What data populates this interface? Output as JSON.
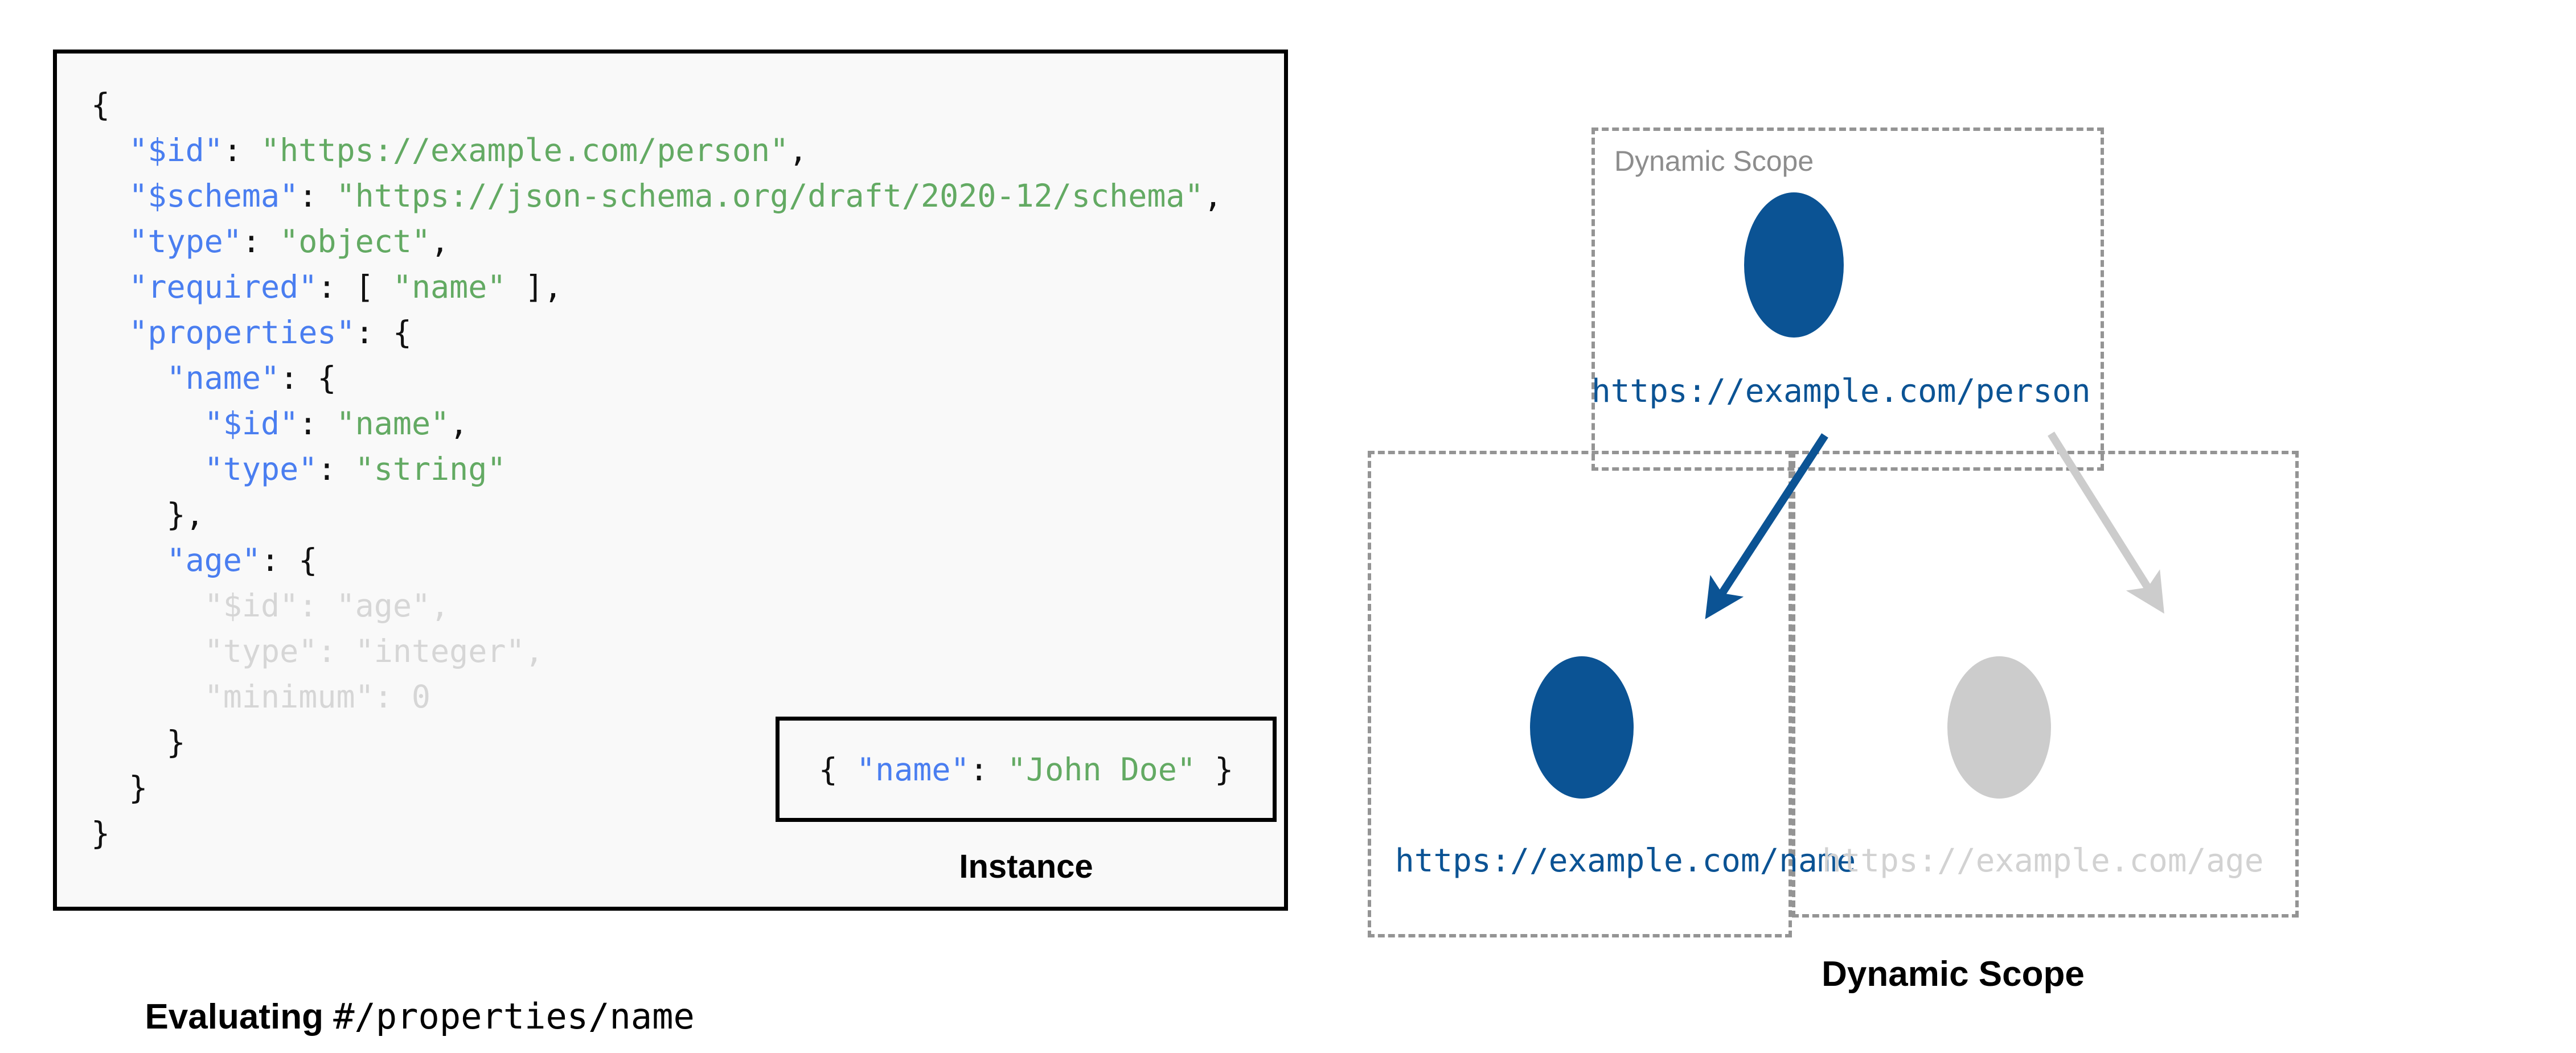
{
  "colors": {
    "accent_blue": "#0b5394",
    "muted_gray": "#cccccc",
    "dashed_border": "#949494",
    "json_key": "#4a7ef0",
    "json_string": "#63aa63",
    "dimmed_text": "#d6d6d6",
    "panel_background": "#f9f9f9",
    "panel_border": "#000000"
  },
  "left": {
    "schema_lines": [
      {
        "indent": 0,
        "dimmed": false,
        "tokens": [
          {
            "t": "{",
            "c": "p"
          }
        ]
      },
      {
        "indent": 1,
        "dimmed": false,
        "tokens": [
          {
            "t": "\"$id\"",
            "c": "k"
          },
          {
            "t": ": ",
            "c": "p"
          },
          {
            "t": "\"https://example.com/person\"",
            "c": "s"
          },
          {
            "t": ",",
            "c": "p"
          }
        ]
      },
      {
        "indent": 1,
        "dimmed": false,
        "tokens": [
          {
            "t": "\"$schema\"",
            "c": "k"
          },
          {
            "t": ": ",
            "c": "p"
          },
          {
            "t": "\"https://json-schema.org/draft/2020-12/schema\"",
            "c": "s"
          },
          {
            "t": ",",
            "c": "p"
          }
        ]
      },
      {
        "indent": 1,
        "dimmed": false,
        "tokens": [
          {
            "t": "\"type\"",
            "c": "k"
          },
          {
            "t": ": ",
            "c": "p"
          },
          {
            "t": "\"object\"",
            "c": "s"
          },
          {
            "t": ",",
            "c": "p"
          }
        ]
      },
      {
        "indent": 1,
        "dimmed": false,
        "tokens": [
          {
            "t": "\"required\"",
            "c": "k"
          },
          {
            "t": ": [ ",
            "c": "p"
          },
          {
            "t": "\"name\"",
            "c": "s"
          },
          {
            "t": " ],",
            "c": "p"
          }
        ]
      },
      {
        "indent": 1,
        "dimmed": false,
        "tokens": [
          {
            "t": "\"properties\"",
            "c": "k"
          },
          {
            "t": ": {",
            "c": "p"
          }
        ]
      },
      {
        "indent": 2,
        "dimmed": false,
        "tokens": [
          {
            "t": "\"name\"",
            "c": "k"
          },
          {
            "t": ": {",
            "c": "p"
          }
        ]
      },
      {
        "indent": 3,
        "dimmed": false,
        "tokens": [
          {
            "t": "\"$id\"",
            "c": "k"
          },
          {
            "t": ": ",
            "c": "p"
          },
          {
            "t": "\"name\"",
            "c": "s"
          },
          {
            "t": ",",
            "c": "p"
          }
        ]
      },
      {
        "indent": 3,
        "dimmed": false,
        "tokens": [
          {
            "t": "\"type\"",
            "c": "k"
          },
          {
            "t": ": ",
            "c": "p"
          },
          {
            "t": "\"string\"",
            "c": "s"
          }
        ]
      },
      {
        "indent": 2,
        "dimmed": false,
        "tokens": [
          {
            "t": "},",
            "c": "p"
          }
        ]
      },
      {
        "indent": 2,
        "dimmed": false,
        "tokens": [
          {
            "t": "\"age\"",
            "c": "k"
          },
          {
            "t": ": {",
            "c": "p"
          }
        ]
      },
      {
        "indent": 3,
        "dimmed": true,
        "tokens": [
          {
            "t": "\"$id\"",
            "c": "k"
          },
          {
            "t": ": ",
            "c": "p"
          },
          {
            "t": "\"age\"",
            "c": "s"
          },
          {
            "t": ",",
            "c": "p"
          }
        ]
      },
      {
        "indent": 3,
        "dimmed": true,
        "tokens": [
          {
            "t": "\"type\"",
            "c": "k"
          },
          {
            "t": ": ",
            "c": "p"
          },
          {
            "t": "\"integer\"",
            "c": "s"
          },
          {
            "t": ",",
            "c": "p"
          }
        ]
      },
      {
        "indent": 3,
        "dimmed": true,
        "tokens": [
          {
            "t": "\"minimum\"",
            "c": "k"
          },
          {
            "t": ": 0",
            "c": "p"
          }
        ]
      },
      {
        "indent": 2,
        "dimmed": false,
        "tokens": [
          {
            "t": "}",
            "c": "p"
          }
        ]
      },
      {
        "indent": 1,
        "dimmed": false,
        "tokens": [
          {
            "t": "}",
            "c": "p"
          }
        ]
      },
      {
        "indent": 0,
        "dimmed": false,
        "tokens": [
          {
            "t": "}",
            "c": "p"
          }
        ]
      }
    ],
    "instance": {
      "tokens": [
        {
          "t": "{ ",
          "c": "p"
        },
        {
          "t": "\"name\"",
          "c": "k"
        },
        {
          "t": ": ",
          "c": "p"
        },
        {
          "t": "\"John Doe\"",
          "c": "s"
        },
        {
          "t": " }",
          "c": "p"
        }
      ],
      "caption": "Instance"
    },
    "caption_bold": "Evaluating ",
    "caption_mono": "#/properties/name"
  },
  "right": {
    "scope_label": "Dynamic Scope",
    "caption": "Dynamic Scope",
    "nodes": [
      {
        "id": "person",
        "label": "https://example.com/person",
        "state": "active"
      },
      {
        "id": "name",
        "label": "https://example.com/name",
        "state": "active"
      },
      {
        "id": "age",
        "label": "https://example.com/age",
        "state": "muted"
      }
    ],
    "edges": [
      {
        "from": "person",
        "to": "name",
        "state": "active"
      },
      {
        "from": "person",
        "to": "age",
        "state": "muted"
      }
    ]
  }
}
